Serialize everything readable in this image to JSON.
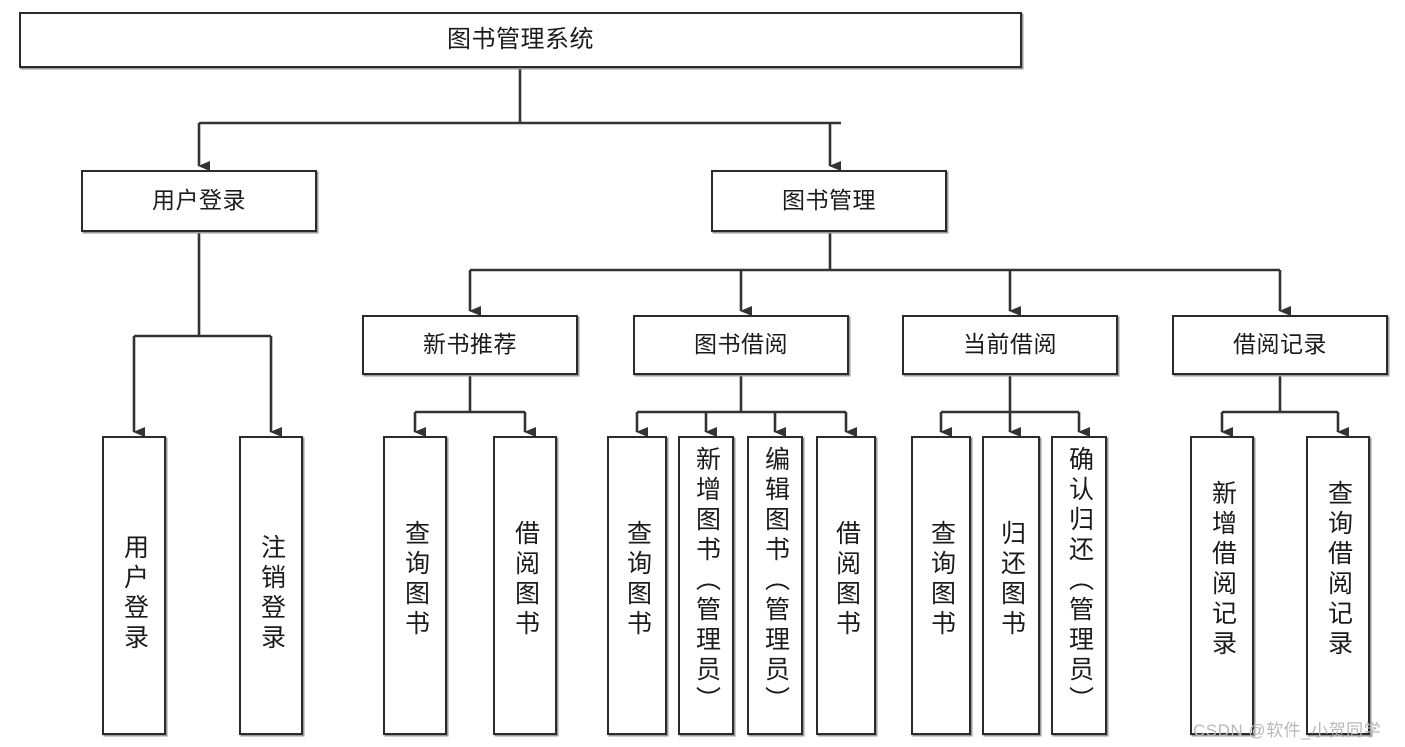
{
  "diagram": {
    "title": "图书管理系统",
    "type": "tree",
    "orientation": "top-down",
    "colors": {
      "box_border": "#2b2b2b",
      "box_fill": "#ffffff",
      "connector": "#333333",
      "text": "#1b1b1b",
      "watermark": "#b9b9b9",
      "background": "#ffffff"
    },
    "nodes": {
      "root": {
        "label": "图书管理系统",
        "level": 0
      },
      "level1": [
        {
          "id": "user-login",
          "label": "用户登录"
        },
        {
          "id": "book-manage",
          "label": "图书管理"
        }
      ],
      "level2": [
        {
          "id": "new-book-recommend",
          "label": "新书推荐",
          "parent": "book-manage"
        },
        {
          "id": "book-borrow",
          "label": "图书借阅",
          "parent": "book-manage"
        },
        {
          "id": "current-borrow",
          "label": "当前借阅",
          "parent": "book-manage"
        },
        {
          "id": "borrow-record",
          "label": "借阅记录",
          "parent": "book-manage"
        }
      ],
      "leaves": [
        {
          "id": "leaf-user-login",
          "label": "用户登录",
          "parent": "user-login"
        },
        {
          "id": "leaf-user-logout",
          "label": "注销登录",
          "parent": "user-login"
        },
        {
          "id": "leaf-query-book-1",
          "label": "查询图书",
          "parent": "new-book-recommend"
        },
        {
          "id": "leaf-borrow-book-1",
          "label": "借阅图书",
          "parent": "new-book-recommend"
        },
        {
          "id": "leaf-query-book-2",
          "label": "查询图书",
          "parent": "book-borrow"
        },
        {
          "id": "leaf-add-book",
          "label": "新增图书（管理员）",
          "parent": "book-borrow"
        },
        {
          "id": "leaf-edit-book",
          "label": "编辑图书（管理员）",
          "parent": "book-borrow"
        },
        {
          "id": "leaf-borrow-book-2",
          "label": "借阅图书",
          "parent": "book-borrow"
        },
        {
          "id": "leaf-query-book-3",
          "label": "查询图书",
          "parent": "current-borrow"
        },
        {
          "id": "leaf-return-book",
          "label": "归还图书",
          "parent": "current-borrow"
        },
        {
          "id": "leaf-confirm-return",
          "label": "确认归还（管理员）",
          "parent": "current-borrow"
        },
        {
          "id": "leaf-add-record",
          "label": "新增借阅记录",
          "parent": "borrow-record"
        },
        {
          "id": "leaf-query-record",
          "label": "查询借阅记录",
          "parent": "borrow-record"
        }
      ]
    }
  },
  "watermark": {
    "text": "CSDN @软件_小贺同学"
  }
}
